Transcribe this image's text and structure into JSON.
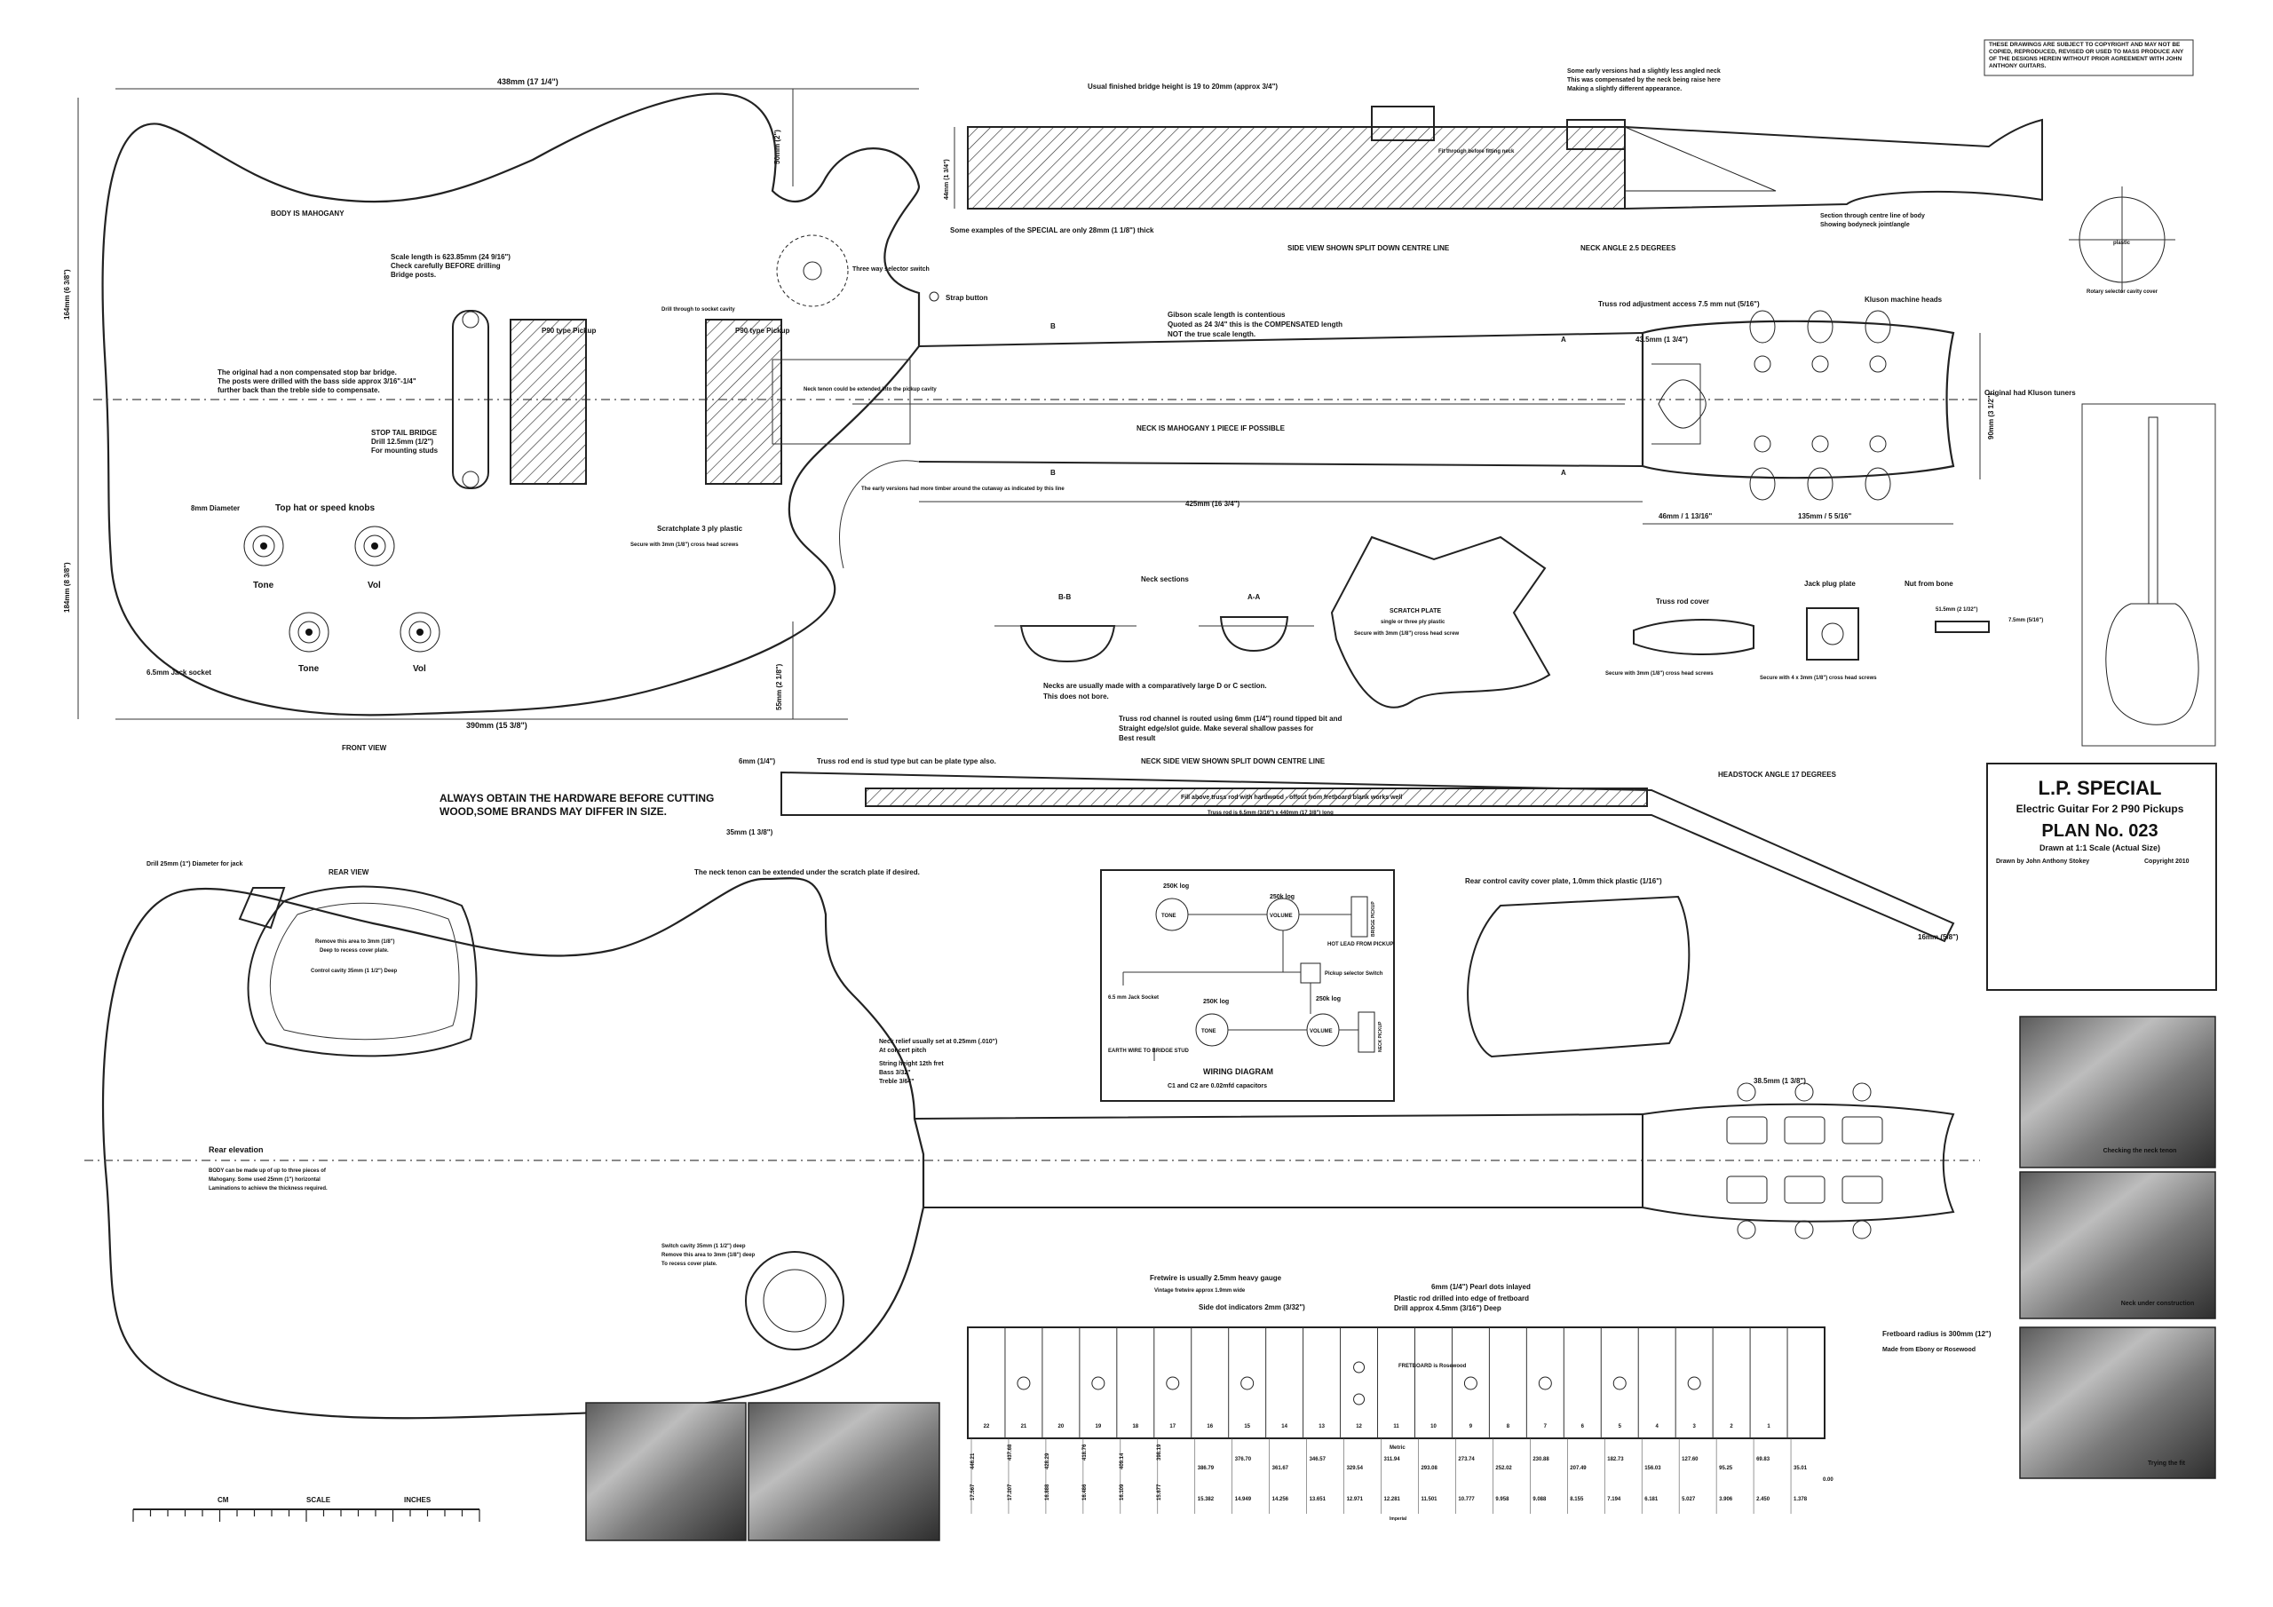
{
  "notice": "THESE DRAWINGS ARE SUBJECT TO COPYRIGHT AND MAY NOT BE COPIED, REPRODUCED, REVISED OR USED TO MASS PRODUCE ANY OF THE DESIGNS HEREIN WITHOUT PRIOR AGREEMENT WITH JOHN ANTHONY GUITARS.",
  "title_block": {
    "title": "L.P. SPECIAL",
    "subtitle": "Electric Guitar For 2 P90 Pickups",
    "plan_no": "PLAN No. 023",
    "scale_note": "Drawn at 1:1 Scale (Actual Size)",
    "author": "Drawn by John Anthony Stokey",
    "copyright": "Copyright 2010"
  },
  "front": {
    "width_top": "438mm (17 1/4\")",
    "width_bottom": "390mm (15 3/8\")",
    "dim_right_top": "50mm (2\")",
    "dim_left_upper": "164mm (6 3/8\")",
    "dim_left_lower": "184mm (8 3/8\")",
    "dim_lower_right": "55mm (2 1/8\")",
    "body_note": "BODY IS MAHOGANY",
    "scale_note_1": "Scale length is 623.85mm (24 9/16\")",
    "scale_note_2": "Check carefully BEFORE drilling",
    "scale_note_3": "Bridge posts.",
    "bridge_note_1": "The original had a non compensated stop bar bridge.",
    "bridge_note_2": "The posts were drilled with the bass side approx 3/16\"-1/4\"",
    "bridge_note_3": "further back than the treble side to compensate.",
    "stop_tail_1": "STOP TAIL BRIDGE",
    "stop_tail_2": "Drill 12.5mm (1/2\")",
    "stop_tail_3": "For mounting studs",
    "pickup_1": "P90 type Pickup",
    "pickup_2": "P90 type Pickup",
    "three_way": "Three way selector switch",
    "drill_thru": "Drill through to socket cavity",
    "strap": "Strap button",
    "knob_dia": "8mm Diameter",
    "knobs": "Top hat or speed knobs",
    "tone1": "Tone",
    "vol1": "Vol",
    "tone2": "Tone",
    "vol2": "Vol",
    "scratch_1": "Scratchplate 3 ply plastic",
    "scratch_2": "Secure with 3mm (1/8\") cross head screws",
    "jack": "6.5mm Jack socket",
    "label": "FRONT VIEW",
    "early_versions": "The early versions had more timber around the cutaway as indicated by this line",
    "neck_tenon": "Neck tenon could be extended into the pickup cavity",
    "neck_mahog": "NECK IS MAHOGANY 1 PIECE IF POSSIBLE",
    "neck_len": "425mm (16 3/4\")",
    "gibson_1": "Gibson scale length is contentious",
    "gibson_2": "Quoted as 24 3/4\" this is the COMPENSATED length",
    "gibson_3": "NOT the true scale length.",
    "truss_access": "Truss rod adjustment access  7.5 mm nut (5/16\")",
    "kluson": "Kluson machine heads",
    "nut_width": "43.5mm (1 3/4\")",
    "head_w": "90mm (3 1/2\")",
    "head_d1": "46mm / 1 13/16\"",
    "head_d2": "135mm / 5 5/16\"",
    "orig_kluson": "Original had Kluson tuners",
    "sec_b": "B",
    "sec_a": "A"
  },
  "side": {
    "bridge_height": "Usual finished bridge height is 19 to 20mm  (approx 3/4\")",
    "early_angle_1": "Some early versions had a slightly less angled neck",
    "early_angle_2": "This was compensated by the neck being raise here",
    "early_angle_3": "Making a slightly different appearance.",
    "thick": "Some examples of the SPECIAL are only 28mm (1 1/8\") thick",
    "tenon_fit": "Fit through before fitting neck",
    "dim_44": "44mm (1 3/4\")",
    "label": "SIDE VIEW SHOWN SPLIT DOWN CENTRE LINE",
    "neck_angle": "NECK ANGLE 2.5 DEGREES",
    "section_1": "Section through centre line of body",
    "section_2": "Showing bodyneck joint/angle",
    "cavity_cover": "Rotary selector cavity cover",
    "plastic": "plastic"
  },
  "parts": {
    "neck_sections": "Neck sections",
    "bb": "B-B",
    "aa": "A-A",
    "neck_note_1": "Necks are usually made with a comparatively large D or C section.",
    "neck_note_2": "This does not bore.",
    "truss_ch_1": "Truss rod channel is routed using 6mm (1/4\") round tipped bit and",
    "truss_ch_2": "Straight edge/slot guide. Make several shallow passes for",
    "truss_ch_3": "Best result",
    "scratch_title": "SCRATCH PLATE",
    "scratch_2": "single or three ply plastic",
    "scratch_3": "Secure with 3mm (1/8\") cross head screw",
    "truss_cover": "Truss rod cover",
    "truss_cover_note": "Secure with 3mm (1/8\") cross head screws",
    "jack_plate": "Jack plug plate",
    "jack_plate_note": "Secure with 4 x 3mm (1/8\") cross head screws",
    "nut_bone": "Nut from bone",
    "nut_dim": "51.5mm (2 1/32\")",
    "nut_h": "7.5mm (5/16\")"
  },
  "neck_side": {
    "dim_6mm": "6mm (1/4\")",
    "truss_note": "Truss rod end is stud type but can be plate type also.",
    "label": "NECK SIDE VIEW SHOWN SPLIT DOWN CENTRE LINE",
    "head_angle": "HEADSTOCK ANGLE 17 DEGREES",
    "fill": "Fill above truss rod with hardwood - offcut from fretboard blank works well",
    "truss_len": "Truss rod is 6.5mm (3/16\") x 440mm (17 3/8\") long",
    "dim_35": "35mm (1 3/8\")",
    "tenon_ext": "The neck tenon can be extended under the scratch plate if desired.",
    "dim_16": "16mm (5/8\")"
  },
  "hardware_note_1": "ALWAYS OBTAIN THE HARDWARE BEFORE CUTTING",
  "hardware_note_2": "WOOD,SOME BRANDS MAY DIFFER IN SIZE.",
  "rear": {
    "label": "REAR VIEW",
    "drill_jack": "Drill 25mm (1\") Diameter for jack",
    "remove_1": "Remove this area to 3mm (1/8\")",
    "remove_2": "Deep to recess cover plate.",
    "cavity": "Control cavity 35mm (1 1/2\") Deep",
    "elevation": "Rear elevation",
    "body_lam_1": "BODY can be made up of up to three pieces of",
    "body_lam_2": "Mahogany. Some used 25mm (1\") horizontal",
    "body_lam_3": "Laminations to achieve the thickness required.",
    "switch_1": "Switch cavity 35mm (1 1/2\") deep",
    "switch_2": "Remove this area to 3mm (1/8\") deep",
    "switch_3": "To recess cover plate.",
    "relief_1": "Neck relief usually set at 0.25mm (.010\")",
    "relief_2": "At concert pitch",
    "string_h_1": "String height 12th fret",
    "string_h_2": "Bass 3/32\"",
    "string_h_3": "Treble 3/64\"",
    "rear_cover": "Rear control cavity cover plate, 1.0mm thick plastic (1/16\")",
    "head_dim": "38.5mm (1 3/8\")"
  },
  "wiring": {
    "pot1": "250K log",
    "pot2": "250k log",
    "pot3": "250K log",
    "pot4": "250k log",
    "tone_a": "TONE",
    "vol_a": "VOLUME",
    "tone_b": "TONE",
    "vol_b": "VOLUME",
    "bridge_pu": "BRIDGE PICKUP",
    "neck_pu": "NECK PICKUP",
    "hot": "HOT LEAD FROM PICKUP",
    "selector": "Pickup selector Switch",
    "jack": "6.5 mm Jack Socket",
    "earth": "EARTH WIRE TO BRIDGE STUD",
    "title": "WIRING DIAGRAM",
    "caps": "C1 and C2 are 0.02mfd capacitors"
  },
  "fretboard": {
    "frets_note_1": "Fretwire is usually 2.5mm heavy gauge",
    "frets_note_2": "Vintage fretwire approx 1.9mm wide",
    "side_dots": "Side dot indicators    2mm (3/32\")",
    "plastic_1": "Plastic rod drilled into edge of fretboard",
    "plastic_2": "Drill approx 4.5mm (3/16\") Deep",
    "pearl": "6mm (1/4\") Pearl dots inlayed",
    "label": "FRETBOARD is Rosewood",
    "radius": "Fretboard radius is 300mm (12\")",
    "radius_2": "Made from Ebony or Rosewood",
    "fret_numbers": [
      "22",
      "21",
      "20",
      "19",
      "18",
      "17",
      "16",
      "15",
      "14",
      "13",
      "12",
      "11",
      "10",
      "9",
      "8",
      "7",
      "6",
      "5",
      "4",
      "3",
      "2",
      "1"
    ],
    "metric_vals": [
      "446.21",
      "437.68",
      "428.29",
      "418.76",
      "409.14",
      "398.19",
      "386.79",
      "376.70",
      "361.67",
      "346.57",
      "329.54",
      "311.94",
      "293.08",
      "273.74",
      "252.02",
      "230.88",
      "207.49",
      "182.73",
      "156.03",
      "127.60",
      "95.25",
      "69.83",
      "35.01"
    ],
    "imperial_vals": [
      "17.567",
      "17.207",
      "16.888",
      "16.486",
      "16.109",
      "15.677",
      "15.382",
      "14.949",
      "14.256",
      "13.651",
      "12.971",
      "12.281",
      "11.501",
      "10.777",
      "9.958",
      "9.088",
      "8.155",
      "7.194",
      "6.181",
      "5.027",
      "3.906",
      "2.450",
      "1.378"
    ],
    "metric_label": "Metric",
    "imperial_label": "Imperial",
    "zero": "0.00"
  },
  "photos": {
    "p1": "Checking the neck tenon",
    "p2": "Neck under construction",
    "p3": "Trying the fit"
  },
  "scale_bar": {
    "cm": "CM",
    "scale": "SCALE",
    "inches": "INCHES"
  }
}
